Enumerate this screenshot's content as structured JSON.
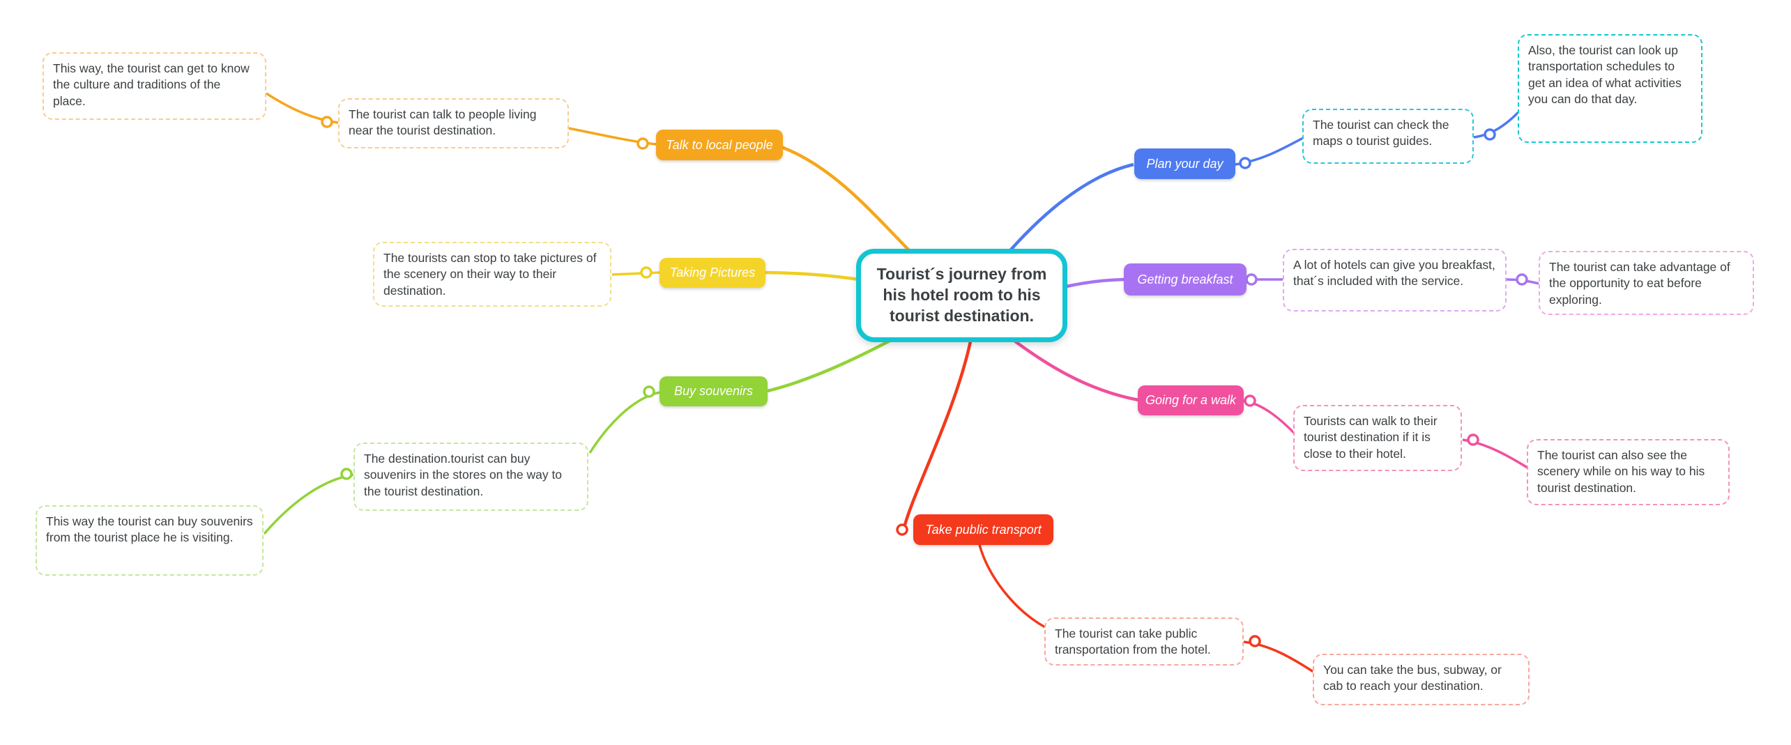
{
  "center": {
    "label": "Tourist´s journey from his hotel room to his tourist destination.",
    "border_color": "#12c5d3"
  },
  "branches": [
    {
      "label": "Talk to local people",
      "color": "#f6a61c",
      "note_border": "#facc8f",
      "notes": [
        "The tourist can talk to people living near the tourist destination.",
        "This way, the tourist can get to know the culture and traditions of the place."
      ]
    },
    {
      "label": "Taking Pictures",
      "color": "#f5d42a",
      "line_color": "#efce1e",
      "note_border": "#f2df85",
      "notes": [
        "The tourists can stop to take pictures of the scenery on their way to their destination."
      ]
    },
    {
      "label": "Buy souvenirs",
      "color": "#92d337",
      "note_border": "#c4e79e",
      "notes": [
        "The destination.tourist can buy souvenirs in the stores on the way to the tourist destination.",
        "This way the tourist can buy souvenirs from the tourist place he is visiting."
      ]
    },
    {
      "label": "Plan your day",
      "color": "#4e7af0",
      "note_border": "#2bc4dc",
      "note_border_2": "#16c8cb",
      "notes": [
        "The tourist can check the maps o tourist guides.",
        "Also, the tourist can look up transportation schedules to get an idea of what activities you can do that day."
      ]
    },
    {
      "label": "Getting breakfast",
      "color": "#a873f2",
      "note_border": "#e0a9f0",
      "note_border_2": "#f3a8df",
      "notes": [
        "A lot of hotels can give you breakfast, that´s included with the service.",
        "The tourist can take advantage of the opportunity to eat before exploring."
      ]
    },
    {
      "label": "Going for a walk",
      "color": "#f0509e",
      "note_border": "#f591bc",
      "notes": [
        "Tourists can walk to their tourist destination if it is close to their hotel.",
        "The tourist can also see the scenery while on his way to his tourist destination."
      ]
    },
    {
      "label": "Take public transport",
      "color": "#f4391c",
      "note_border": "#f8a79b",
      "notes": [
        "The tourist can take public transportation from the hotel.",
        "You can take the bus, subway, or cab to reach your destination."
      ]
    }
  ]
}
